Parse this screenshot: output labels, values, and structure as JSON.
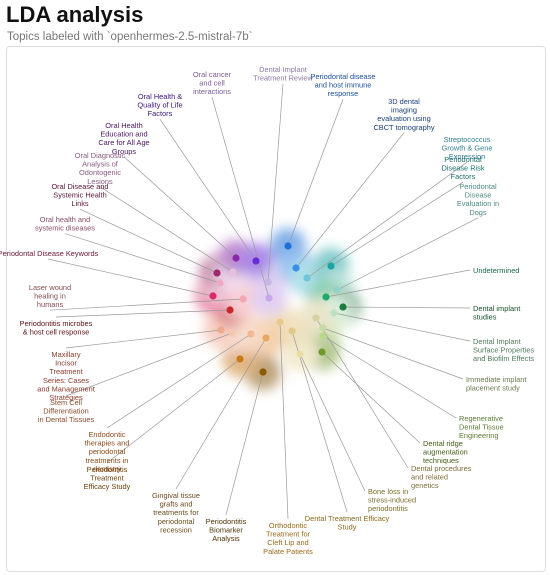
{
  "page": {
    "title": "LDA analysis",
    "subtitle": "Topics labeled with `openhermes-2.5-mistral-7b`"
  },
  "chart_data": {
    "type": "scatter",
    "title": "LDA analysis",
    "subtitle": "Topics labeled with `openhermes-2.5-mistral-7b`",
    "layout": "radial cluster of topic points with leader lines to labels",
    "topics": [
      {
        "label": "Dental Implant Treatment Review",
        "color": "#c9b4e6",
        "label_color": "#8a7aa8"
      },
      {
        "label": "Periodontal disease and host immune response",
        "color": "#1f6fd6",
        "label_color": "#1a4d99"
      },
      {
        "label": "3D dental imaging evaluation using CBCT tomography",
        "color": "#3a8ee6",
        "label_color": "#1a3f7a"
      },
      {
        "label": "Streptococcus Growth & Gene Expression",
        "color": "#6ec6d8",
        "label_color": "#2f7f93"
      },
      {
        "label": "Periodontal Disease Risk Factors",
        "color": "#1aa3a3",
        "label_color": "#1a6e6e"
      },
      {
        "label": "Periodontal Disease Evaluation in Dogs",
        "color": "#8fd3c9",
        "label_color": "#4d8a82"
      },
      {
        "label": "Undetermined",
        "color": "#1faa6e",
        "label_color": "#1a6b47"
      },
      {
        "label": "Dental implant studies",
        "color": "#1b7a3e",
        "label_color": "#14502a"
      },
      {
        "label": "Dental Implant Surface Properties and Biofilm Effects",
        "color": "#b9e3c4",
        "label_color": "#4f7a5a"
      },
      {
        "label": "Immediate implant placement study",
        "color": "#c9d9a8",
        "label_color": "#6b7a4d"
      },
      {
        "label": "Regenerative Dental Tissue Engineering",
        "color": "#b8d98a",
        "label_color": "#5d7a33"
      },
      {
        "label": "Dental ridge augmentation techniques",
        "color": "#6f9a2a",
        "label_color": "#3f5a14"
      },
      {
        "label": "Dental procedures and related genetics",
        "color": "#d8d0a0",
        "label_color": "#7a6f3a"
      },
      {
        "label": "Bone loss in stress-induced periodontitis",
        "color": "#e8dca8",
        "label_color": "#7a6a2a"
      },
      {
        "label": "Dental Treatment Efficacy Study",
        "color": "#e0c88a",
        "label_color": "#8a6a1a"
      },
      {
        "label": "Orthodontic Treatment for Cleft Lip and Palate Patients",
        "color": "#e8c98a",
        "label_color": "#9a6a1a"
      },
      {
        "label": "Periodontitis Biomarker Analysis",
        "color": "#8a5a0a",
        "label_color": "#4d3205"
      },
      {
        "label": "Gingival tissue grafts and treatments for periodontal recession",
        "color": "#e8a860",
        "label_color": "#6b4a1a"
      },
      {
        "label": "Periodontitis Treatment Efficacy Study",
        "color": "#c87a1a",
        "label_color": "#6b3f05"
      },
      {
        "label": "Endodontic therapies and periodontal treatments in dentistry",
        "color": "#f0b890",
        "label_color": "#8a4a1a"
      },
      {
        "label": "Stem Cell Differentiation in Dental Tissues",
        "color": "#f4c8b0",
        "label_color": "#8a4a2a"
      },
      {
        "label": "Maxillary Incisor Treatment Series: Cases and Management Strategies",
        "color": "#f0a890",
        "label_color": "#8a3a2a"
      },
      {
        "label": "Periodontitis microbes & host cell response",
        "color": "#c82a2a",
        "label_color": "#5a1010"
      },
      {
        "label": "Laser wound healing in humans",
        "color": "#f2a8b0",
        "label_color": "#8a4a52"
      },
      {
        "label": "Periodontal Disease Keywords",
        "color": "#d82a6a",
        "label_color": "#6a1436"
      },
      {
        "label": "Oral health and systemic diseases",
        "color": "#f0a8c8",
        "label_color": "#8a4a68"
      },
      {
        "label": "Oral Disease and Systemic Health Links",
        "color": "#a02a6a",
        "label_color": "#5a1438"
      },
      {
        "label": "Oral Diagnostic Analysis of Odontogenic Lesions",
        "color": "#e8c0e0",
        "label_color": "#8a5a80"
      },
      {
        "label": "Oral Health Education and Care for All Age Groups",
        "color": "#8a2aa8",
        "label_color": "#4a1460"
      },
      {
        "label": "Oral Health & Quality of Life Factors",
        "color": "#6a2ad8",
        "label_color": "#3a147a"
      },
      {
        "label": "Oral cancer and cell interactions",
        "color": "#c8a8e8",
        "label_color": "#7a5a98"
      }
    ]
  }
}
